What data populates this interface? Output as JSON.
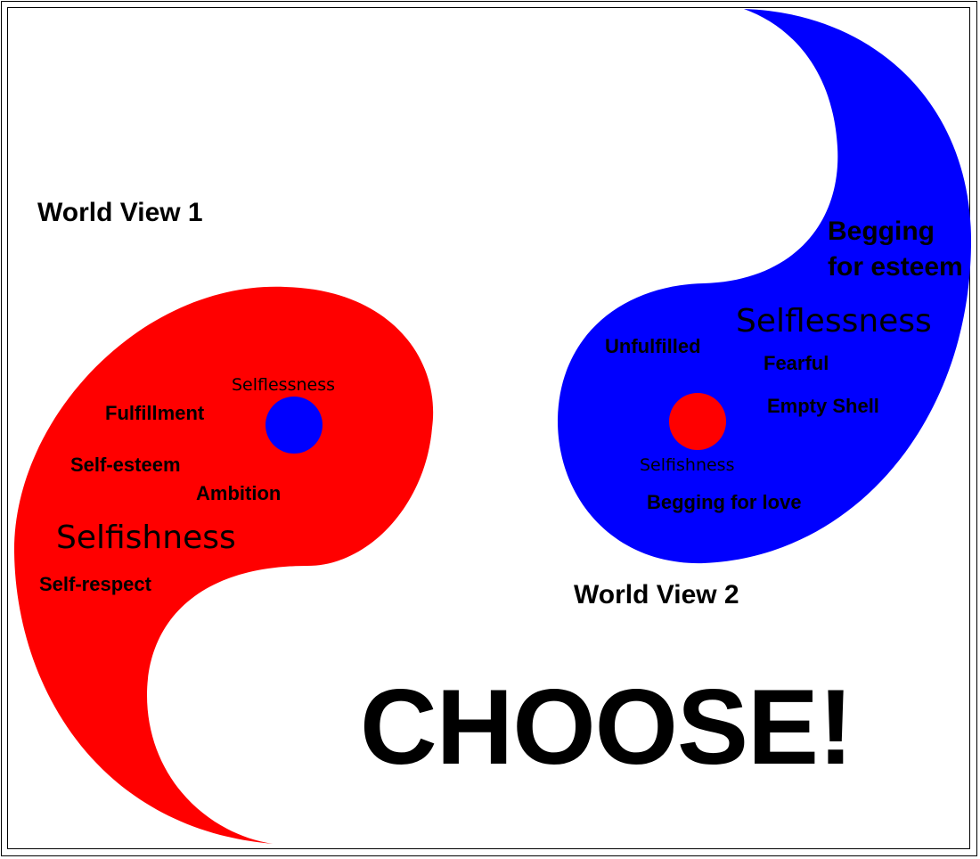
{
  "colors": {
    "world_view_1_shape": "#ff0000",
    "world_view_1_dot": "#0000ff",
    "world_view_2_shape": "#0000ff",
    "world_view_2_dot": "#ff0000",
    "text": "#000000",
    "background": "#ffffff"
  },
  "world_view_1": {
    "title": "World View 1",
    "dot_label": "Selflessness",
    "main_label": "Selfishness",
    "traits": [
      "Fulfillment",
      "Self-esteem",
      "Ambition",
      "Self-respect"
    ]
  },
  "world_view_2": {
    "title": "World View 2",
    "dot_label": "Selfishness",
    "main_label": "Selflessness",
    "begging_esteem_line1": "Begging",
    "begging_esteem_line2": "for esteem",
    "traits": [
      "Unfulfilled",
      "Fearful",
      "Empty Shell",
      "Begging for love"
    ]
  },
  "call_to_action": "CHOOSE!"
}
